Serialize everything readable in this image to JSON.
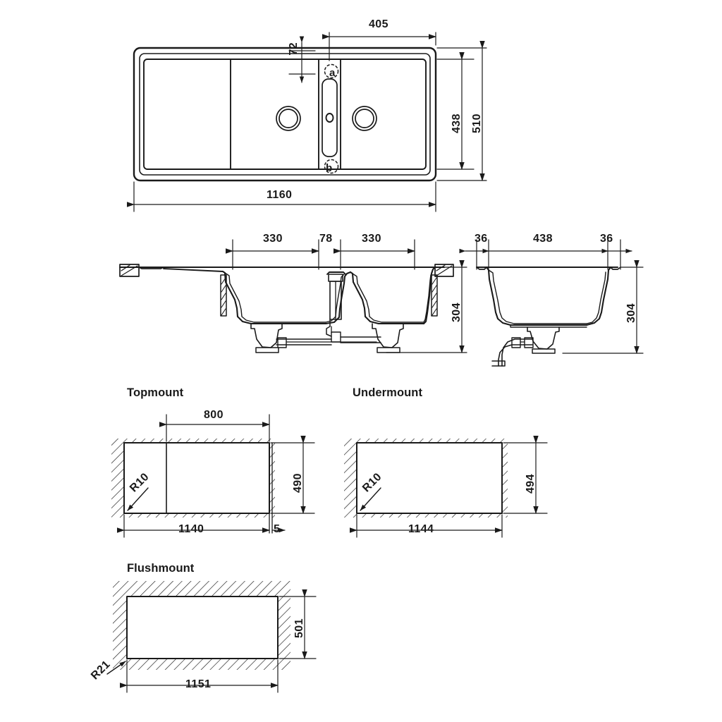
{
  "drawing": {
    "kind": "technical-dimension-drawing",
    "subject": "double-bowl kitchen sink with drainboard",
    "units": "mm",
    "line_color": "#1a1a1a",
    "background": "#ffffff"
  },
  "top_view": {
    "name": "top-view",
    "dimensions": {
      "overall_width": "1160",
      "overall_depth": "510",
      "inner_depth": "438",
      "tap_offset_horizontal": "405",
      "tap_offset_vertical": "72"
    },
    "markers": [
      {
        "id": "a",
        "label": "a"
      },
      {
        "id": "b",
        "label": "b"
      }
    ]
  },
  "front_section": {
    "name": "front-section-view",
    "dimensions": {
      "bowl_left_width": "330",
      "divider_width": "78",
      "bowl_right_width": "330",
      "depth_height": "304"
    }
  },
  "side_section": {
    "name": "side-section-view",
    "dimensions": {
      "rim_left": "36",
      "bowl_width": "438",
      "rim_right": "36",
      "depth_height": "304"
    }
  },
  "cutouts": [
    {
      "name": "topmount",
      "title": "Topmount",
      "width": "1140",
      "height": "490",
      "radius": "R10",
      "inner_width": "800",
      "edge_offset": "5"
    },
    {
      "name": "undermount",
      "title": "Undermount",
      "width": "1144",
      "height": "494",
      "radius": "R10"
    },
    {
      "name": "flushmount",
      "title": "Flushmount",
      "width": "1151",
      "height": "501",
      "radius": "R21"
    }
  ]
}
